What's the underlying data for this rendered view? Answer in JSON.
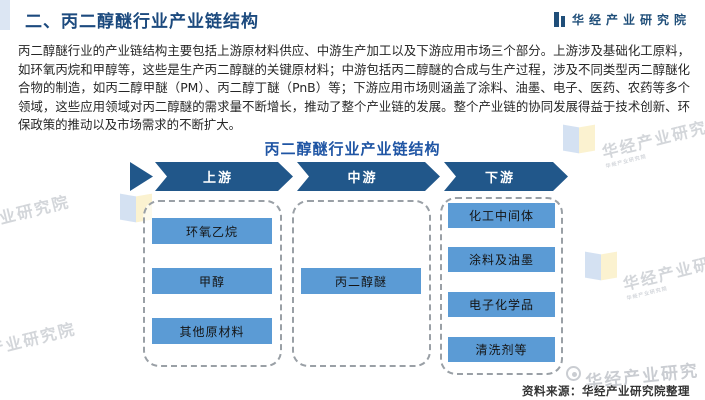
{
  "header": {
    "title": "二、丙二醇醚行业产业链结构",
    "logo_text": "华经产业研究院"
  },
  "intro": {
    "text": "丙二醇醚行业的产业链结构主要包括上游原材料供应、中游生产加工以及下游应用市场三个部分。上游涉及基础化工原料，如环氧丙烷和甲醇等，这些是生产丙二醇醚的关键原材料；中游包括丙二醇醚的合成与生产过程，涉及不同类型丙二醇醚化合物的制造，如丙二醇甲醚（PM）、丙二醇丁醚（PnB）等；下游应用市场则涵盖了涂料、油墨、电子、医药、农药等多个领域，这些应用领域对丙二醇醚的需求量不断增长，推动了整个产业链的发展。整个产业链的协同发展得益于技术创新、环保政策的推动以及市场需求的不断扩大。"
  },
  "diagram": {
    "title": "丙二醇醚行业产业链结构",
    "stages": [
      {
        "label": "上游",
        "items": [
          "环氧乙烷",
          "甲醇",
          "其他原材料"
        ]
      },
      {
        "label": "中游",
        "items": [
          "丙二醇醚"
        ]
      },
      {
        "label": "下游",
        "items": [
          "化工中间体",
          "涂料及油墨",
          "电子化学品",
          "清洗剂等"
        ]
      }
    ]
  },
  "footer": {
    "source": "资料来源：华经产业研究院整理"
  },
  "watermark": {
    "full": "华经产业研究院",
    "short": "华经产业研究"
  },
  "colors": {
    "header_blue": "#1c4a7e",
    "diagram_title_blue": "#1f55a4",
    "arrow_blue": "#21578a",
    "box_blue": "#5b9bd5",
    "dashed_border_gray": "#9aa0a6",
    "body_text": "#262626"
  }
}
